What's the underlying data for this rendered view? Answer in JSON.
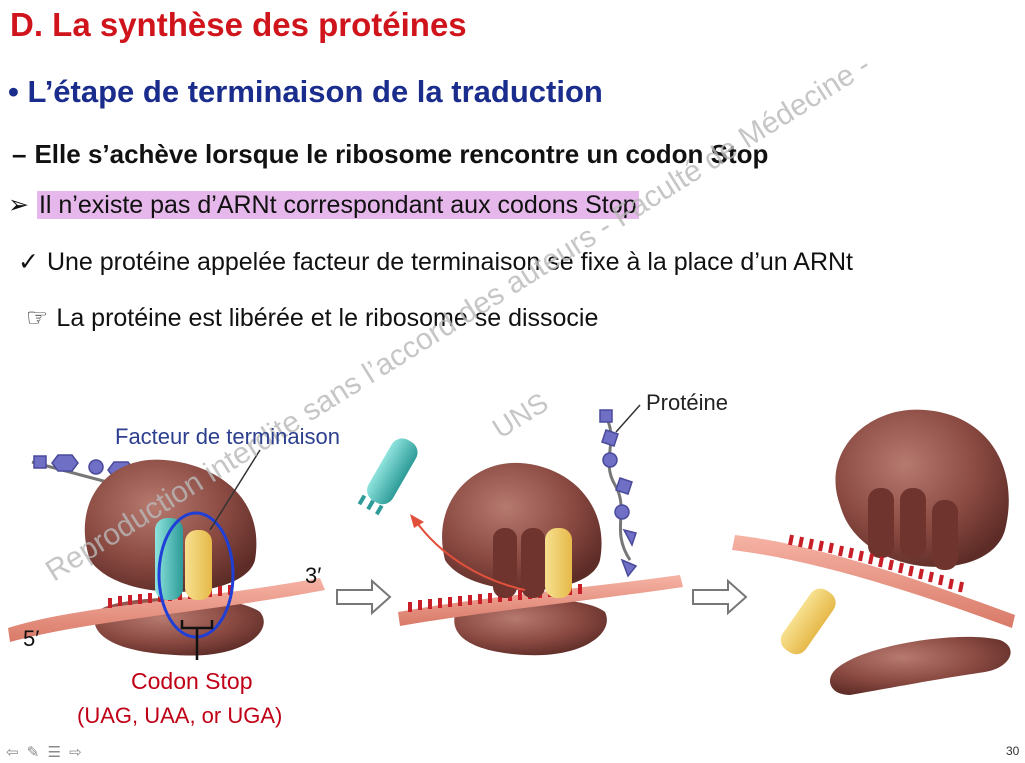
{
  "title": "D. La synthèse des protéines",
  "subtitle": "• L’étape de terminaison de la traduction",
  "bullets": {
    "b1_marker": "–",
    "b1": "Elle s’achève lorsque le ribosome rencontre un codon Stop",
    "b2_marker": "➢",
    "b2": "Il n’existe pas d’ARNt correspondant aux codons Stop",
    "b3_marker": "✓",
    "b3": "Une protéine appelée facteur de terminaison se fixe à la place d’un ARNt",
    "b4_marker": "☞",
    "b4": "La protéine est libérée et le ribosome se dissocie"
  },
  "figure": {
    "label_facteur": "Facteur de terminaison",
    "label_proteine": "Protéine",
    "label_3prime": "3′",
    "label_5prime": "5′",
    "label_codon": "Codon Stop",
    "label_codon_list": "(UAG, UAA, or UGA)"
  },
  "watermark": {
    "line1": "Reproduction interdite sans l’accord des auteurs - Faculté de Médecine -",
    "line2": "UNS"
  },
  "footer": {
    "page_number": "30",
    "nav_icons": [
      "arrow-left-icon",
      "pencil-icon",
      "menu-icon",
      "arrow-right-icon"
    ],
    "nav_glyphs": "⇦ ✎ ☰ ⇨"
  },
  "colors": {
    "title": "#d0141c",
    "subtitle": "#1a2d8c",
    "highlight": "#e5b7ea",
    "ribosome": "#8a4a42",
    "mrna": "#d94a3c",
    "trna_teal": "#37b3b0",
    "release_factor": "#f1cf6a",
    "codon_label": "#c00016"
  }
}
